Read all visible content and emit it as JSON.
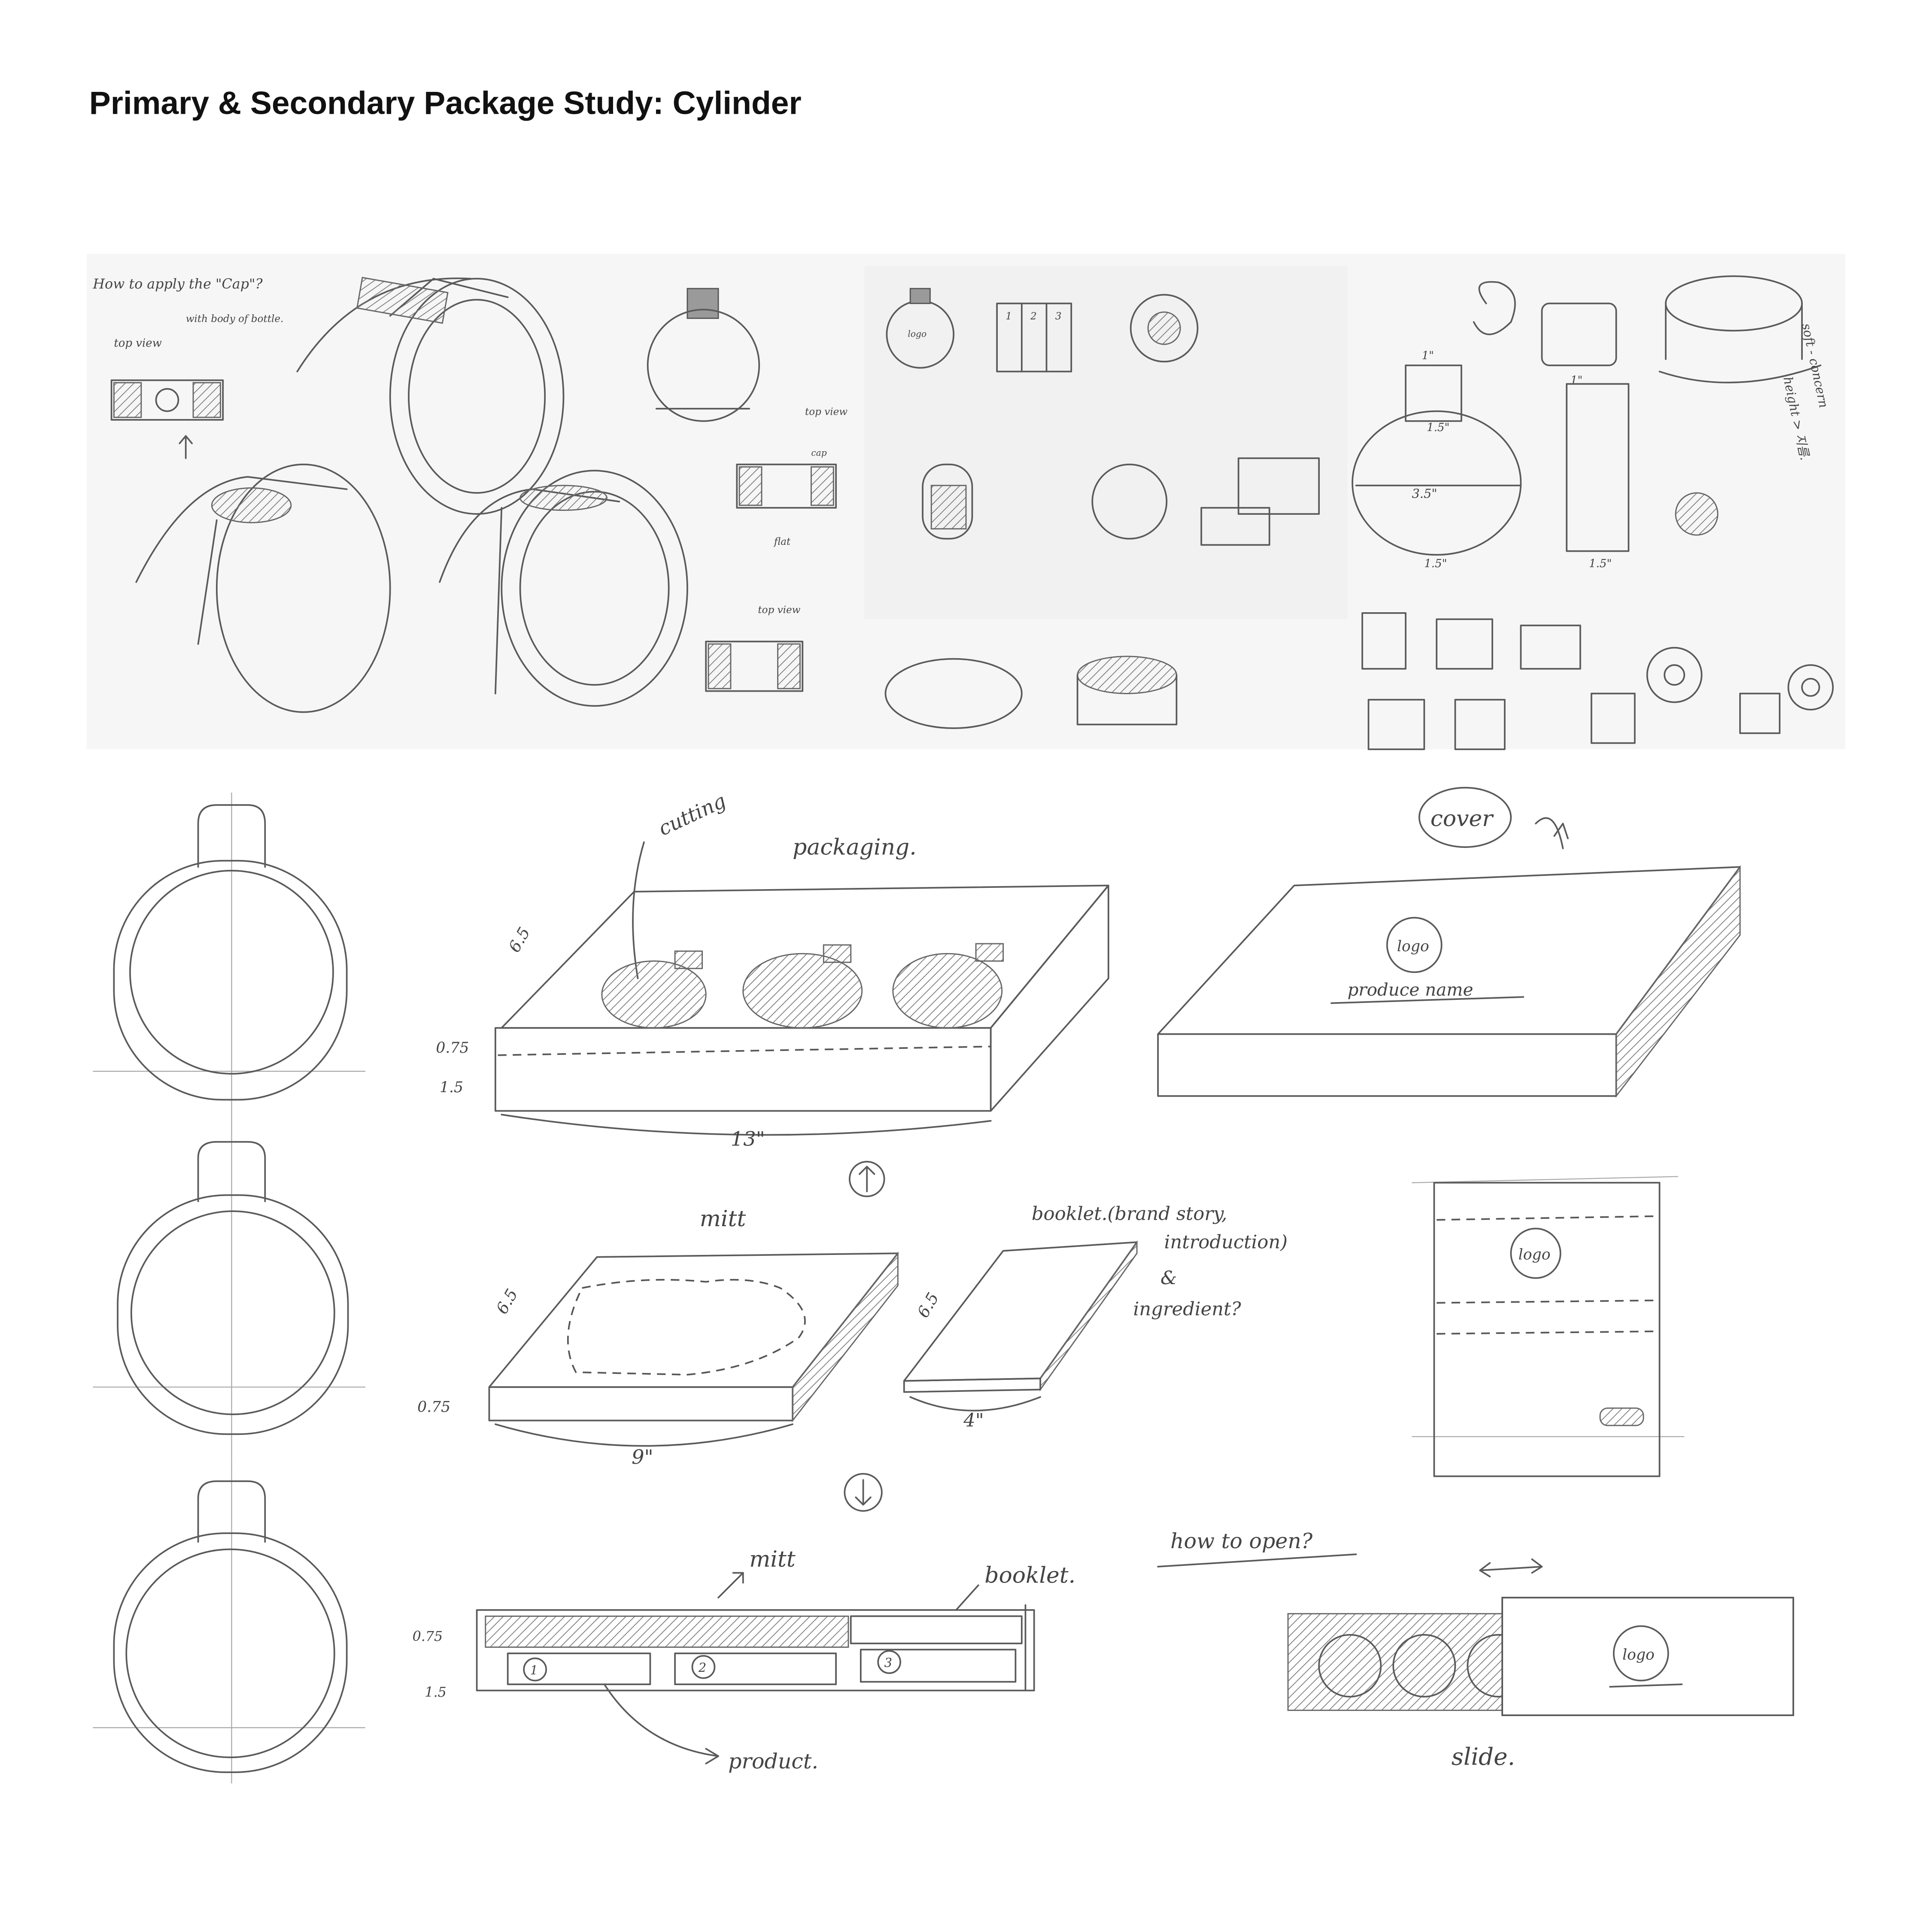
{
  "title": "Primary & Secondary Package Study: Cylinder",
  "top_sketches": {
    "cap_question": "How to apply the \"Cap\"?",
    "cap_note": "with body of bottle.",
    "top_view_1": "top view",
    "top_view_2": "top view",
    "top_view_3": "top view",
    "cap_label": "cap",
    "flat_label": "flat",
    "logo_label": "logo",
    "slot_numbers": [
      "1",
      "2",
      "3"
    ],
    "dim_cap": "1\"",
    "dim_neck": "1.5\"",
    "dim_body": "3.5\"",
    "dim_base": "1.5\"",
    "dim_cap_2": "1\"",
    "dim_tube": "1.5\"",
    "soft_concern": "soft - concern",
    "height_note": "height > 지름."
  },
  "packaging": {
    "cutting": "cutting",
    "packaging": "packaging.",
    "dim_width": "6.5",
    "dim_top": "0.75",
    "dim_bottom": "1.5",
    "dim_length": "13\""
  },
  "cover": {
    "label": "cover",
    "logo": "logo",
    "product_name": "produce name"
  },
  "mitt_box": {
    "label": "mitt",
    "dim_width": "6.5",
    "dim_height": "0.75",
    "dim_length": "9\""
  },
  "booklet": {
    "line1": "booklet.(brand story,",
    "line2": "introduction)",
    "line3": "&",
    "line4": "ingredient?",
    "dim_width": "6.5",
    "dim_length": "4\""
  },
  "sleeve": {
    "logo": "logo"
  },
  "section": {
    "mitt": "mitt",
    "booklet": "booklet.",
    "dim_top": "0.75",
    "dim_bottom": "1.5",
    "slots": [
      "1",
      "2",
      "3"
    ],
    "product": "product."
  },
  "slide": {
    "question": "how to open?",
    "logo": "logo",
    "label": "slide."
  }
}
